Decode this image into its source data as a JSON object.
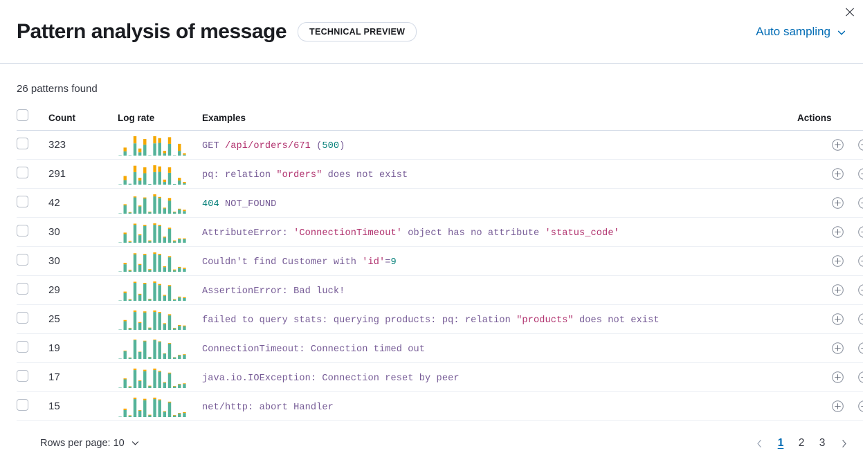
{
  "header": {
    "title": "Pattern analysis of message",
    "badge": "TECHNICAL PREVIEW",
    "sampling_label": "Auto sampling",
    "close_icon": "close-icon",
    "chevron_icon": "chevron-down-icon"
  },
  "summary": {
    "patterns_found": "26 patterns found"
  },
  "table": {
    "columns": {
      "select": "",
      "count": "Count",
      "log_rate": "Log rate",
      "examples": "Examples",
      "actions": "Actions"
    },
    "colors": {
      "bar_primary": "#54B399",
      "bar_secondary": "#F5A700",
      "accent": "#006BB4",
      "row_border": "#EDF0F5",
      "header_border": "#D3DAE6"
    },
    "rows": [
      {
        "count": "323",
        "tokens": [
          {
            "t": "GET ",
            "c": "plain"
          },
          {
            "t": "/api/orders/671",
            "c": "path"
          },
          {
            "t": " (",
            "c": "plain"
          },
          {
            "t": "500",
            "c": "num"
          },
          {
            "t": ")",
            "c": "plain"
          }
        ],
        "spark": {
          "base": [
            0,
            18,
            0,
            52,
            14,
            46,
            0,
            52,
            54,
            10,
            50,
            0,
            20,
            4
          ],
          "accent": [
            0,
            16,
            0,
            30,
            16,
            24,
            0,
            30,
            20,
            10,
            28,
            0,
            30,
            6
          ]
        }
      },
      {
        "count": "291",
        "tokens": [
          {
            "t": "pq: relation ",
            "c": "plain"
          },
          {
            "t": "\"orders\"",
            "c": "str"
          },
          {
            "t": " does not exist",
            "c": "plain"
          }
        ],
        "spark": {
          "base": [
            0,
            20,
            4,
            55,
            18,
            50,
            3,
            55,
            56,
            12,
            52,
            3,
            18,
            6
          ],
          "accent": [
            0,
            18,
            0,
            28,
            12,
            26,
            0,
            30,
            24,
            10,
            24,
            0,
            12,
            6
          ]
        }
      },
      {
        "count": "42",
        "tokens": [
          {
            "t": "404",
            "c": "num"
          },
          {
            "t": " NOT_FOUND",
            "c": "plain"
          }
        ],
        "spark": {
          "base": [
            0,
            32,
            4,
            62,
            28,
            58,
            6,
            66,
            60,
            20,
            50,
            6,
            16,
            10
          ],
          "accent": [
            0,
            4,
            2,
            4,
            3,
            4,
            2,
            8,
            4,
            3,
            10,
            2,
            3,
            5
          ]
        }
      },
      {
        "count": "30",
        "tokens": [
          {
            "t": "AttributeError: ",
            "c": "plain"
          },
          {
            "t": "'ConnectionTimeout'",
            "c": "str"
          },
          {
            "t": " object has no attribute ",
            "c": "plain"
          },
          {
            "t": "'status_code'",
            "c": "str"
          }
        ],
        "spark": {
          "base": [
            0,
            30,
            3,
            62,
            26,
            58,
            5,
            62,
            58,
            18,
            48,
            5,
            12,
            12
          ],
          "accent": [
            0,
            5,
            3,
            4,
            3,
            4,
            3,
            5,
            4,
            3,
            4,
            3,
            3,
            3
          ]
        }
      },
      {
        "count": "30",
        "tokens": [
          {
            "t": "Couldn't find Customer with ",
            "c": "plain"
          },
          {
            "t": "'id'",
            "c": "str"
          },
          {
            "t": "=",
            "c": "plain"
          },
          {
            "t": "9",
            "c": "num"
          }
        ],
        "spark": {
          "base": [
            0,
            26,
            4,
            60,
            24,
            58,
            6,
            62,
            58,
            16,
            50,
            5,
            14,
            10
          ],
          "accent": [
            0,
            5,
            3,
            4,
            3,
            4,
            3,
            5,
            4,
            3,
            4,
            3,
            3,
            4
          ]
        }
      },
      {
        "count": "29",
        "tokens": [
          {
            "t": "AssertionError: Bad luck!",
            "c": "plain"
          }
        ],
        "spark": {
          "base": [
            0,
            28,
            4,
            64,
            22,
            60,
            5,
            64,
            56,
            18,
            52,
            4,
            12,
            10
          ],
          "accent": [
            0,
            5,
            2,
            4,
            3,
            4,
            2,
            5,
            4,
            3,
            4,
            2,
            3,
            3
          ]
        }
      },
      {
        "count": "25",
        "tokens": [
          {
            "t": "failed to query stats: querying products: pq: relation ",
            "c": "plain"
          },
          {
            "t": "\"products\"",
            "c": "str"
          },
          {
            "t": " does not exist",
            "c": "plain"
          }
        ],
        "spark": {
          "base": [
            0,
            30,
            5,
            62,
            24,
            60,
            6,
            62,
            58,
            20,
            50,
            5,
            14,
            12
          ],
          "accent": [
            0,
            4,
            2,
            5,
            3,
            4,
            2,
            5,
            4,
            3,
            4,
            2,
            3,
            3
          ]
        }
      },
      {
        "count": "19",
        "tokens": [
          {
            "t": "ConnectionTimeout: Connection timed out",
            "c": "plain"
          }
        ],
        "spark": {
          "base": [
            0,
            26,
            4,
            64,
            24,
            60,
            6,
            64,
            58,
            18,
            52,
            5,
            12,
            14
          ],
          "accent": [
            0,
            2,
            1,
            2,
            1,
            2,
            1,
            2,
            2,
            1,
            2,
            1,
            2,
            2
          ]
        }
      },
      {
        "count": "17",
        "tokens": [
          {
            "t": "java.io.IOException: Connection reset by peer",
            "c": "plain"
          }
        ],
        "spark": {
          "base": [
            0,
            30,
            4,
            62,
            24,
            58,
            6,
            62,
            56,
            18,
            50,
            5,
            12,
            14
          ],
          "accent": [
            0,
            3,
            2,
            5,
            2,
            5,
            2,
            5,
            3,
            2,
            3,
            2,
            2,
            2
          ]
        }
      },
      {
        "count": "15",
        "tokens": [
          {
            "t": "net/http: abort Handler",
            "c": "plain"
          }
        ],
        "spark": {
          "base": [
            0,
            24,
            4,
            62,
            22,
            58,
            6,
            62,
            58,
            18,
            50,
            5,
            12,
            14
          ],
          "accent": [
            0,
            5,
            2,
            5,
            2,
            5,
            2,
            5,
            3,
            2,
            3,
            2,
            2,
            3
          ]
        }
      }
    ]
  },
  "footer": {
    "rows_per_page": "Rows per page: 10",
    "prev_icon": "chevron-left-icon",
    "next_icon": "chevron-right-icon",
    "pages": [
      "1",
      "2",
      "3"
    ],
    "active_page": "1"
  }
}
